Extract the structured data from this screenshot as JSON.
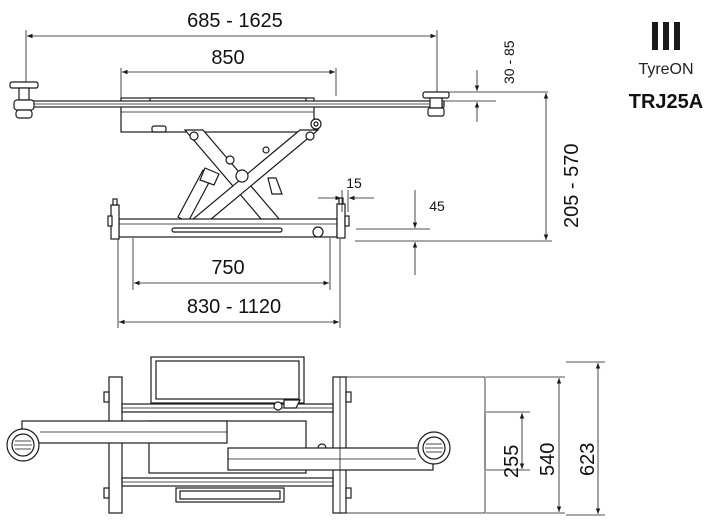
{
  "brand": {
    "name": "TyreON",
    "model": "TRJ25A"
  },
  "side_view": {
    "dims": {
      "arm_span": "685 - 1625",
      "platform_top": "850",
      "pad_height": "30 - 85",
      "lift_height": "205 - 570",
      "clearance_small": "15",
      "base_height": "45",
      "base_inner": "750",
      "base_outer": "830 - 1120"
    }
  },
  "top_view": {
    "dims": {
      "width_a": "255",
      "width_b": "540",
      "width_c": "623"
    }
  },
  "colors": {
    "line": "#1a1a1a",
    "text": "#111111"
  }
}
